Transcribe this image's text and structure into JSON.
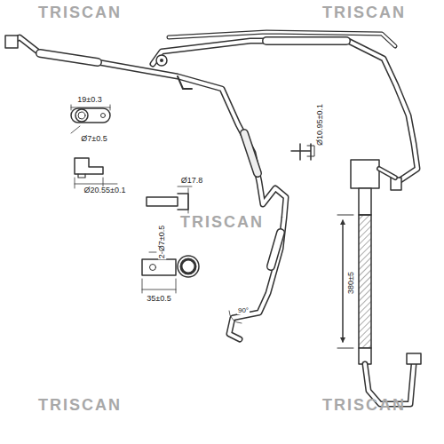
{
  "diagram": {
    "labels": [
      "TRISCAN",
      "TRISCAN",
      "TRISCAN",
      "TRISCAN",
      "TRISCAN",
      "19±0.3",
      "Ø7±0.5",
      "Ø20.55±0.1",
      "Ø17.8",
      "2-Ø7±0.5",
      "35±0.5",
      "Ø10.95±0.1",
      "380±5",
      "90°"
    ]
  }
}
